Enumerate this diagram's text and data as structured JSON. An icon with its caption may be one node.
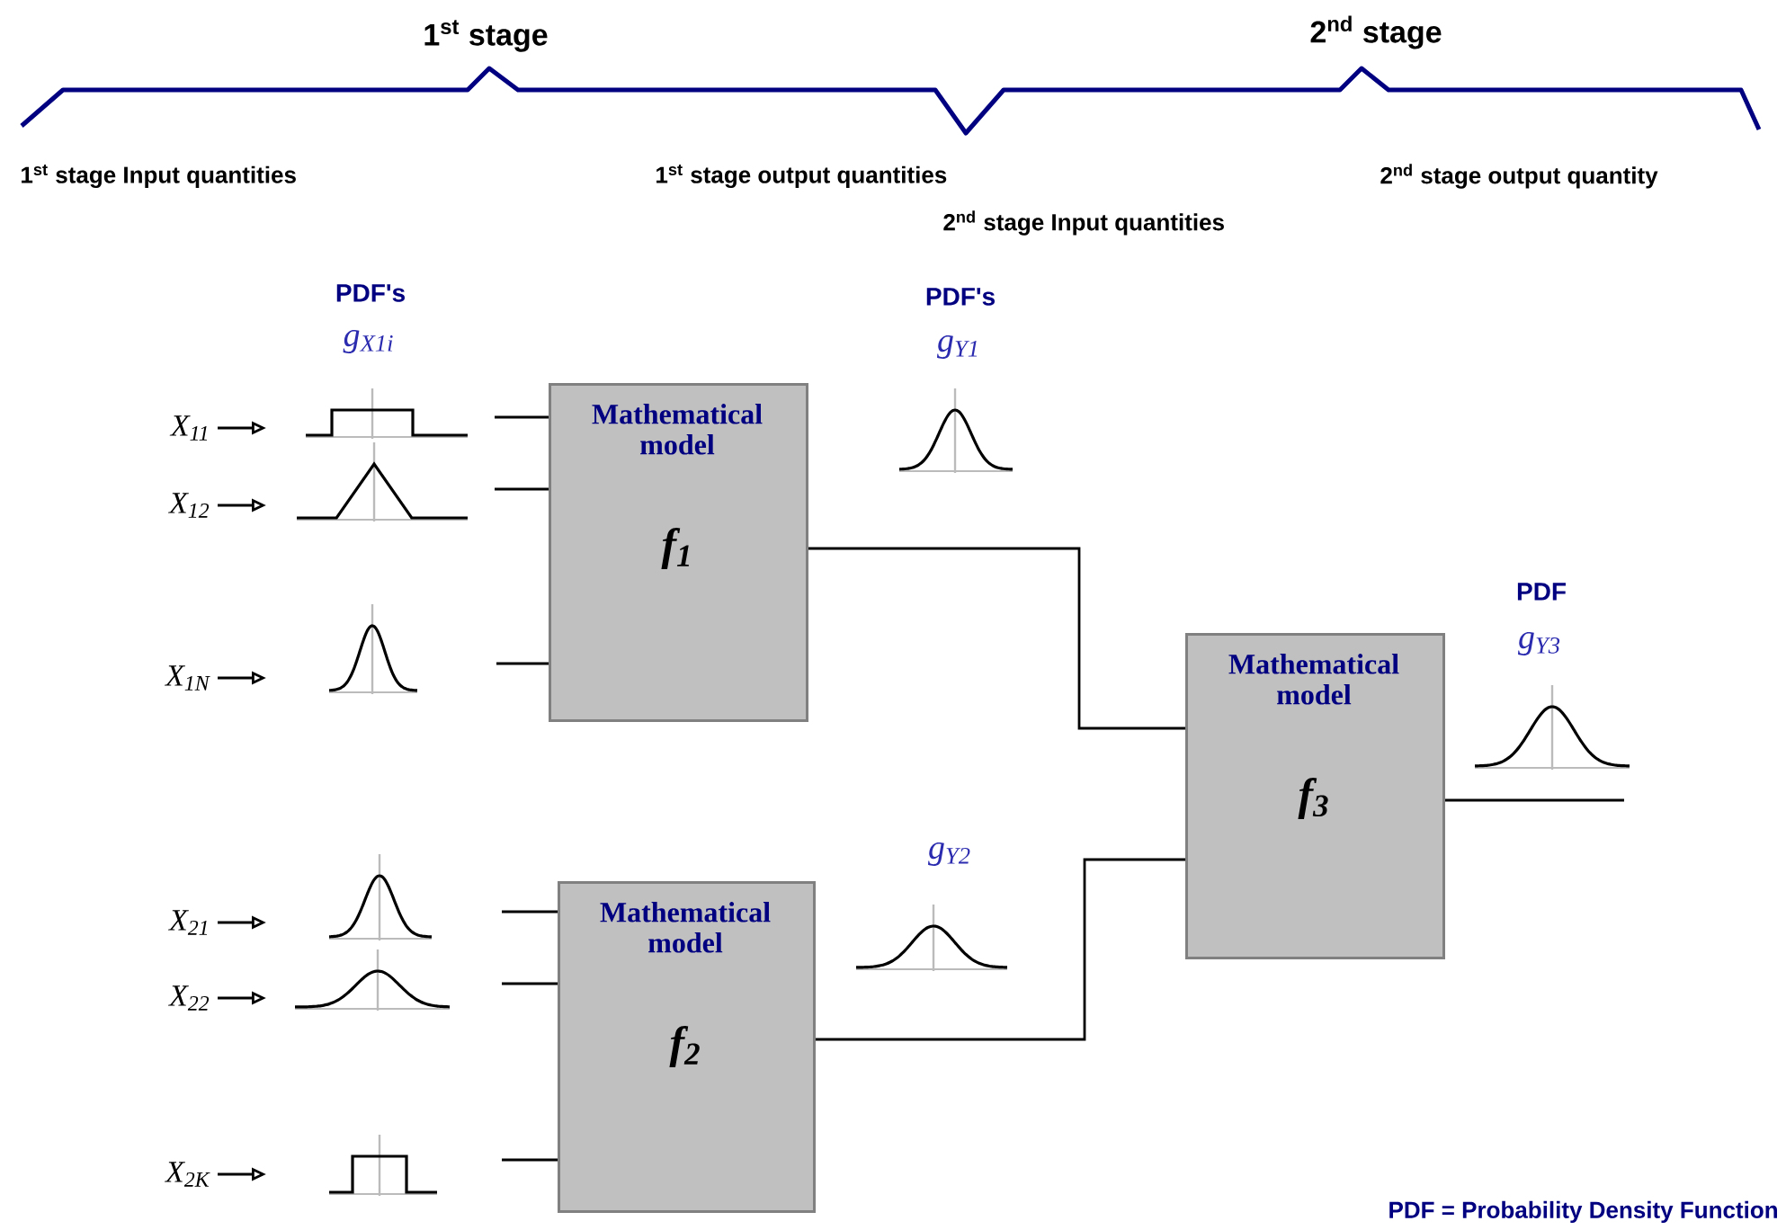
{
  "diagram": {
    "nodes": [
      {
        "text": [
          "Mathematical model",
          "f$_{1}$"
        ]
      },
      {
        "text": [
          "Mathematical model",
          "f$_{2}$"
        ]
      },
      {
        "text": [
          "Mathematical model",
          "f$_{3}$"
        ]
      },
      {
        "text": [
          "X$_{11}$"
        ]
      },
      {
        "text": [
          "X$_{12}$"
        ]
      },
      {
        "text": [
          "X$_{1N}$"
        ]
      },
      {
        "text": [
          "X$_{21}$"
        ]
      },
      {
        "text": [
          "X$_{22}$"
        ]
      },
      {
        "text": [
          "X$_{2K}$"
        ]
      }
    ],
    "edges": [
      {
        "from": 3,
        "to": null,
        "arrow": "to"
      },
      {
        "from": 4,
        "to": null,
        "arrow": "to"
      },
      {
        "from": 5,
        "to": null,
        "arrow": "to"
      },
      {
        "from": 6,
        "to": null,
        "arrow": "to"
      },
      {
        "from": 7,
        "to": null,
        "arrow": "to"
      },
      {
        "from": 8,
        "to": null,
        "arrow": "to"
      },
      {
        "from": null,
        "to": 0,
        "arrow": "none"
      },
      {
        "from": null,
        "to": 0,
        "arrow": "none"
      },
      {
        "from": null,
        "to": 0,
        "arrow": "none"
      },
      {
        "from": null,
        "to": 1,
        "arrow": "none"
      },
      {
        "from": null,
        "to": 1,
        "arrow": "none"
      },
      {
        "from": null,
        "to": 1,
        "arrow": "none"
      },
      {
        "from": 0,
        "to": 2,
        "arrow": "none"
      },
      {
        "from": 1,
        "to": 2,
        "arrow": "none"
      },
      {
        "from": 2,
        "to": null,
        "arrow": "none"
      }
    ],
    "labels": [
      "1$^{st}$ stage",
      "2$^{nd}$ stage",
      "1$^{st}$ stage Input quantities",
      "1$^{st}$ stage output quantities",
      "2$^{nd}$ stage Input quantities",
      "2$^{nd}$ stage output quantity",
      "PDF's",
      "g$_{X1i}$",
      "PDF's",
      "g$_{Y1}$",
      "g$_{Y2}$",
      "PDF",
      "g$_{Y3}$",
      "PDF = Probability Density Function"
    ]
  }
}
